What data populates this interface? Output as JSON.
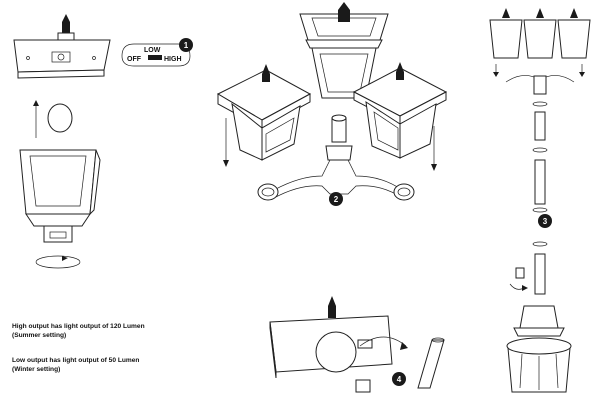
{
  "switch": {
    "off": "OFF",
    "low": "LOW",
    "high": "HIGH"
  },
  "steps": {
    "s1": "1",
    "s2": "2",
    "s3": "3",
    "s4": "4"
  },
  "notes": {
    "high_title": "High output has light output of 120 Lumen",
    "high_sub": "(Summer  setting)",
    "low_title": "Low output has light output of 50 Lumen",
    "low_sub": "(Winter setting)"
  }
}
